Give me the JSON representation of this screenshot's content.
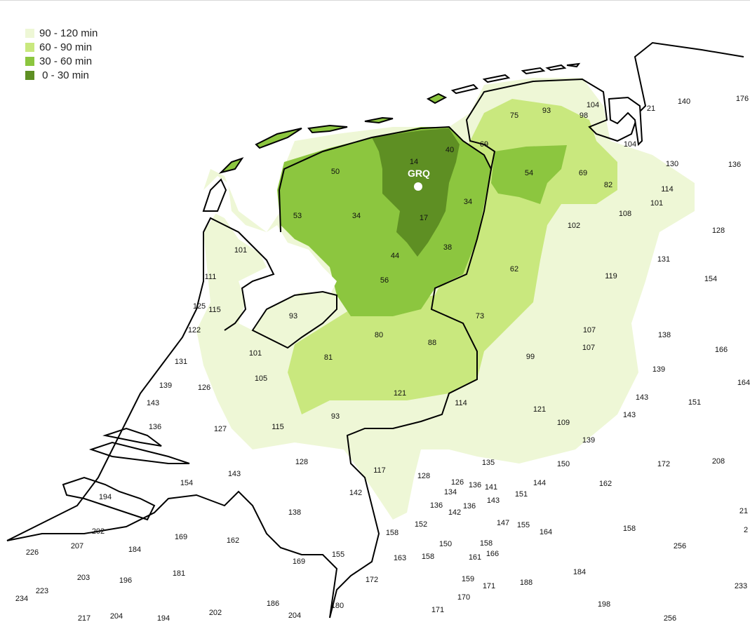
{
  "legend": [
    {
      "label": "90 - 120 min",
      "color": "#eef7d6"
    },
    {
      "label": "60 - 90 min",
      "color": "#c9e87e"
    },
    {
      "label": "30 - 60 min",
      "color": "#8cc63f"
    },
    {
      "label": " 0 - 30 min",
      "color": "#5e8f23"
    }
  ],
  "airport": {
    "code": "GRQ"
  },
  "colors": {
    "band_0_30": "#5e8f23",
    "band_30_60": "#8cc63f",
    "band_60_90": "#c9e87e",
    "band_90_120": "#eef7d6",
    "border": "#000000"
  },
  "travel_times": [
    {
      "value": "14"
    },
    {
      "value": "40"
    },
    {
      "value": "50"
    },
    {
      "value": "69"
    },
    {
      "value": "75"
    },
    {
      "value": "93"
    },
    {
      "value": "104"
    },
    {
      "value": "98"
    },
    {
      "value": "21"
    },
    {
      "value": "140"
    },
    {
      "value": "176"
    },
    {
      "value": "54"
    },
    {
      "value": "69"
    },
    {
      "value": "130"
    },
    {
      "value": "136"
    },
    {
      "value": "104"
    },
    {
      "value": "82"
    },
    {
      "value": "114"
    },
    {
      "value": "101"
    },
    {
      "value": "53"
    },
    {
      "value": "34"
    },
    {
      "value": "17"
    },
    {
      "value": "34"
    },
    {
      "value": "102"
    },
    {
      "value": "108"
    },
    {
      "value": "128"
    },
    {
      "value": "101"
    },
    {
      "value": "44"
    },
    {
      "value": "38"
    },
    {
      "value": "111"
    },
    {
      "value": "56"
    },
    {
      "value": "62"
    },
    {
      "value": "131"
    },
    {
      "value": "119"
    },
    {
      "value": "154"
    },
    {
      "value": "125"
    },
    {
      "value": "115"
    },
    {
      "value": "93"
    },
    {
      "value": "73"
    },
    {
      "value": "122"
    },
    {
      "value": "80"
    },
    {
      "value": "88"
    },
    {
      "value": "107"
    },
    {
      "value": "138"
    },
    {
      "value": "107"
    },
    {
      "value": "101"
    },
    {
      "value": "81"
    },
    {
      "value": "99"
    },
    {
      "value": "166"
    },
    {
      "value": "131"
    },
    {
      "value": "105"
    },
    {
      "value": "139"
    },
    {
      "value": "139"
    },
    {
      "value": "126"
    },
    {
      "value": "121"
    },
    {
      "value": "164"
    },
    {
      "value": "143"
    },
    {
      "value": "114"
    },
    {
      "value": "143"
    },
    {
      "value": "151"
    },
    {
      "value": "121"
    },
    {
      "value": "93"
    },
    {
      "value": "143"
    },
    {
      "value": "136"
    },
    {
      "value": "127"
    },
    {
      "value": "115"
    },
    {
      "value": "109"
    },
    {
      "value": "139"
    },
    {
      "value": "128"
    },
    {
      "value": "135"
    },
    {
      "value": "150"
    },
    {
      "value": "172"
    },
    {
      "value": "208"
    },
    {
      "value": "143"
    },
    {
      "value": "117"
    },
    {
      "value": "128"
    },
    {
      "value": "126"
    },
    {
      "value": "136"
    },
    {
      "value": "141"
    },
    {
      "value": "144"
    },
    {
      "value": "162"
    },
    {
      "value": "154"
    },
    {
      "value": "134"
    },
    {
      "value": "151"
    },
    {
      "value": "194"
    },
    {
      "value": "142"
    },
    {
      "value": "143"
    },
    {
      "value": "136"
    },
    {
      "value": "142"
    },
    {
      "value": "136"
    },
    {
      "value": "138"
    },
    {
      "value": "21"
    },
    {
      "value": "152"
    },
    {
      "value": "147"
    },
    {
      "value": "155"
    },
    {
      "value": "202"
    },
    {
      "value": "158"
    },
    {
      "value": "164"
    },
    {
      "value": "158"
    },
    {
      "value": "2"
    },
    {
      "value": "169"
    },
    {
      "value": "162"
    },
    {
      "value": "207"
    },
    {
      "value": "184"
    },
    {
      "value": "150"
    },
    {
      "value": "158"
    },
    {
      "value": "256"
    },
    {
      "value": "226"
    },
    {
      "value": "155"
    },
    {
      "value": "169"
    },
    {
      "value": "163"
    },
    {
      "value": "158"
    },
    {
      "value": "161"
    },
    {
      "value": "166"
    },
    {
      "value": "203"
    },
    {
      "value": "196"
    },
    {
      "value": "181"
    },
    {
      "value": "172"
    },
    {
      "value": "159"
    },
    {
      "value": "171"
    },
    {
      "value": "188"
    },
    {
      "value": "184"
    },
    {
      "value": "233"
    },
    {
      "value": "223"
    },
    {
      "value": "170"
    },
    {
      "value": "234"
    },
    {
      "value": "186"
    },
    {
      "value": "180"
    },
    {
      "value": "198"
    },
    {
      "value": "217"
    },
    {
      "value": "204"
    },
    {
      "value": "194"
    },
    {
      "value": "202"
    },
    {
      "value": "204"
    },
    {
      "value": "171"
    },
    {
      "value": "256"
    }
  ]
}
